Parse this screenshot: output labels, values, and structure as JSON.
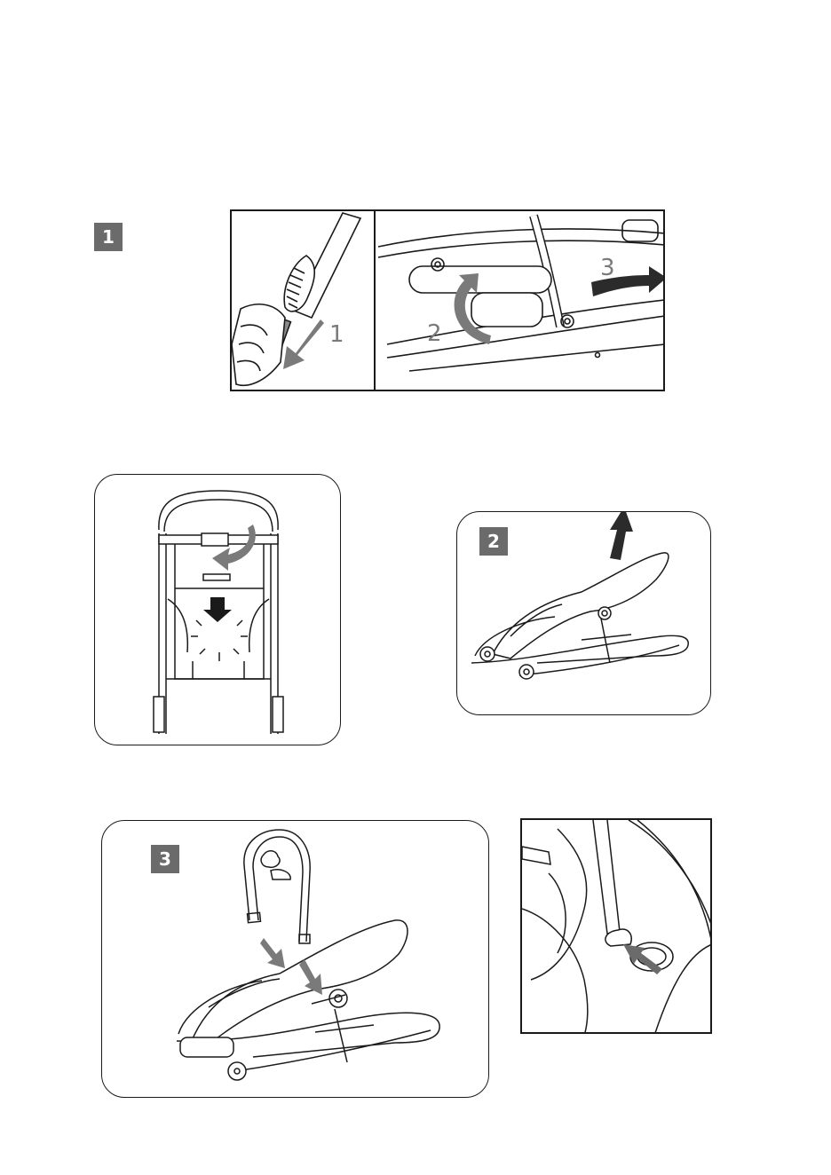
{
  "steps": {
    "step1": "1",
    "step2": "2",
    "step3": "3"
  },
  "figure1_callouts": [
    "1",
    "2",
    "3"
  ],
  "colors": {
    "badge": "#6b6b6b",
    "arrow_dark": "#2b2b2b",
    "arrow_gray": "#7a7a7a",
    "line": "#1a1a1a"
  }
}
